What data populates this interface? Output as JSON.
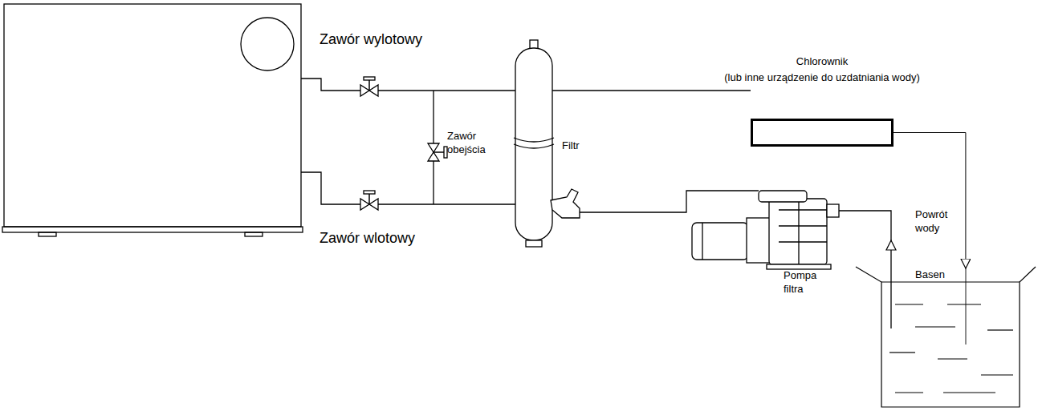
{
  "diagram": {
    "nodes": [
      {
        "text": [
          "Chlorownik",
          "(lub inne urządzenie do uzdatniania wody)"
        ]
      },
      {
        "text": [
          "Basen"
        ]
      }
    ],
    "edges": [
      {
        "from": 0,
        "to": 1,
        "arrow": "to"
      }
    ],
    "labels": [
      "Zawór wylotowy",
      "Zawór wlotowy",
      "Zawór obejścia",
      "Filtr",
      "Pompa filtra",
      "Powrót wody"
    ]
  }
}
